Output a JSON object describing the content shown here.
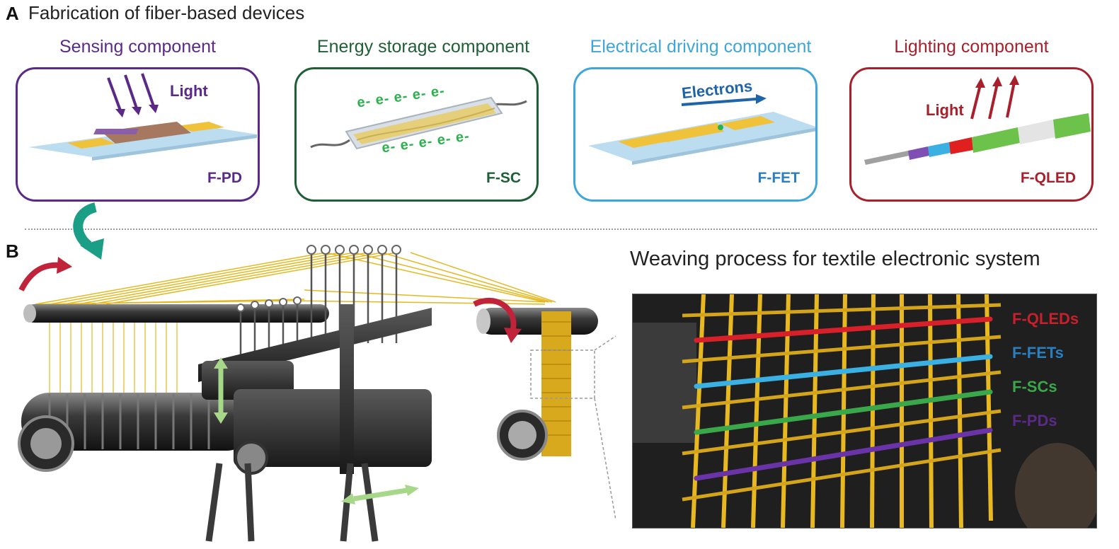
{
  "panel_a": {
    "letter": "A",
    "title": "Fabrication of fiber-based devices",
    "components": [
      {
        "title": "Sensing component",
        "device": "F-PD",
        "annotation": "Light",
        "color": "#5b2a86"
      },
      {
        "title": "Energy storage component",
        "device": "F-SC",
        "annotation": "e-  e-  e-  e-  e-",
        "annotation2": "e-  e-  e-  e-  e-",
        "color": "#1e5f36"
      },
      {
        "title": "Electrical driving component",
        "device": "F-FET",
        "annotation": "Electrons",
        "color": "#3ea6d8"
      },
      {
        "title": "Lighting component",
        "device": "F-QLED",
        "annotation": "Light",
        "color": "#a8202b"
      }
    ]
  },
  "panel_b": {
    "letter": "B",
    "title": "Weaving process for textile electronic system",
    "fabric_labels": [
      {
        "text": "F-QLEDs",
        "color": "#c8202b"
      },
      {
        "text": "F-FETs",
        "color": "#2a7fc0"
      },
      {
        "text": "F-SCs",
        "color": "#3aa84a"
      },
      {
        "text": "F-PDs",
        "color": "#5b2a86"
      }
    ]
  }
}
